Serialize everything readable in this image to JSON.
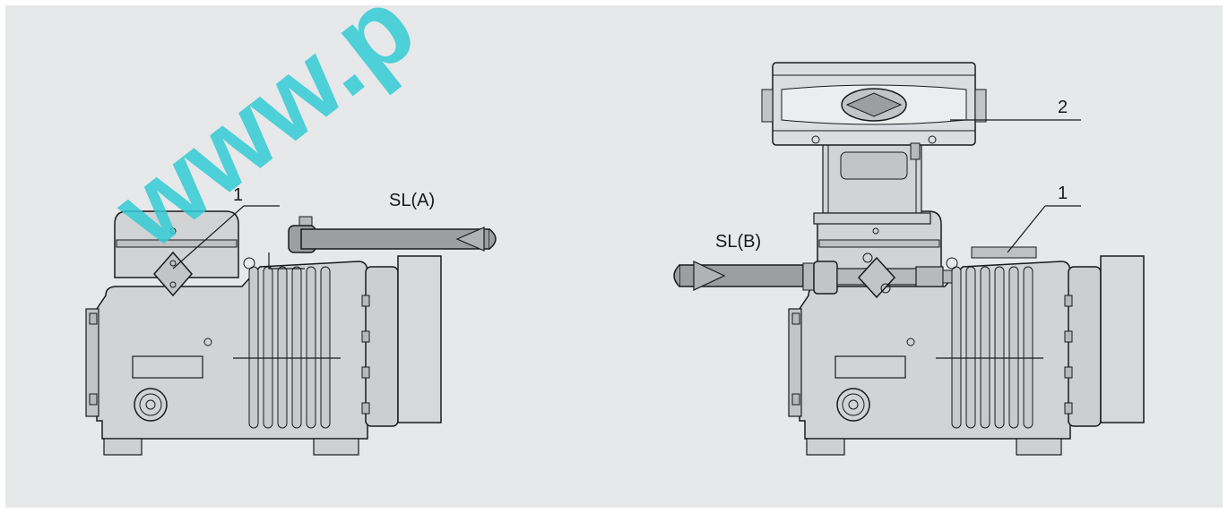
{
  "figure": {
    "watermark": "www.p",
    "left_unit": {
      "suction_line_label": "SL(A)",
      "callouts": [
        {
          "number": "1"
        }
      ]
    },
    "right_unit": {
      "suction_line_label": "SL(B)",
      "callouts": [
        {
          "number": "2"
        },
        {
          "number": "1"
        }
      ]
    }
  },
  "colors": {
    "background": "#e7e8e9",
    "body_fill": "#d2d3d5",
    "pipe_fill": "#9c9ea1",
    "outline": "#1a1a1a",
    "watermark": "#33ccd6"
  }
}
